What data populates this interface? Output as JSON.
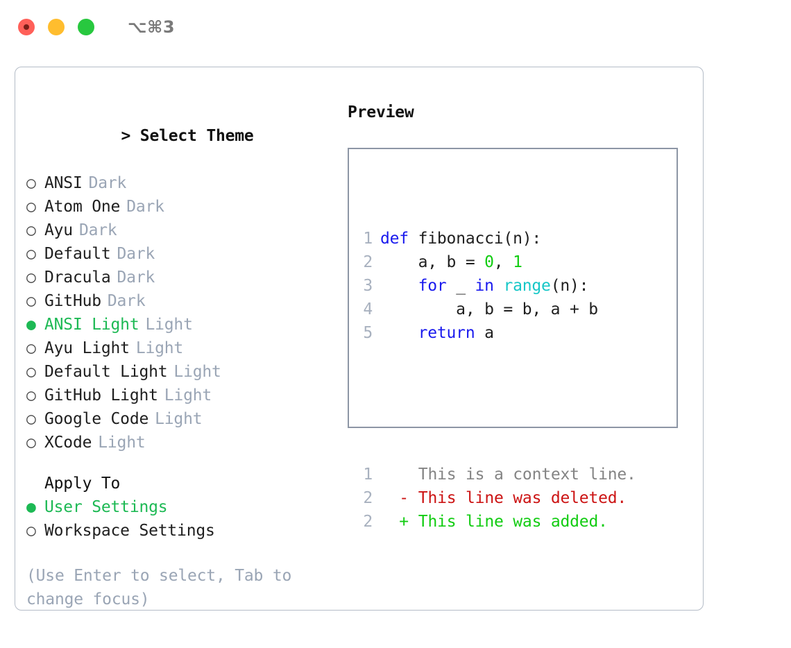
{
  "window": {
    "shortcut_label": "⌥⌘3",
    "traffic_lights": [
      "close",
      "minimize",
      "zoom"
    ]
  },
  "theme_picker": {
    "heading": "> Select Theme",
    "heading_caret": ">",
    "heading_text": "Select Theme",
    "selected_marker": "●",
    "unselected_marker": "○",
    "accent_color": "#1db954",
    "badge_color": "#9aa5b5",
    "items": [
      {
        "marker": "○",
        "name": "ANSI",
        "badge": "Dark",
        "selected": false
      },
      {
        "marker": "○",
        "name": "Atom One",
        "badge": "Dark",
        "selected": false
      },
      {
        "marker": "○",
        "name": "Ayu",
        "badge": "Dark",
        "selected": false
      },
      {
        "marker": "○",
        "name": "Default",
        "badge": "Dark",
        "selected": false
      },
      {
        "marker": "○",
        "name": "Dracula",
        "badge": "Dark",
        "selected": false
      },
      {
        "marker": "○",
        "name": "GitHub",
        "badge": "Dark",
        "selected": false
      },
      {
        "marker": "●",
        "name": "ANSI Light",
        "badge": "Light",
        "selected": true
      },
      {
        "marker": "○",
        "name": "Ayu Light",
        "badge": "Light",
        "selected": false
      },
      {
        "marker": "○",
        "name": "Default Light",
        "badge": "Light",
        "selected": false
      },
      {
        "marker": "○",
        "name": "GitHub Light",
        "badge": "Light",
        "selected": false
      },
      {
        "marker": "○",
        "name": "Google Code",
        "badge": "Light",
        "selected": false
      },
      {
        "marker": "○",
        "name": "XCode",
        "badge": "Light",
        "selected": false
      }
    ]
  },
  "apply_to": {
    "heading": "Apply To",
    "items": [
      {
        "marker": "●",
        "name": "User Settings",
        "selected": true
      },
      {
        "marker": "○",
        "name": "Workspace Settings",
        "selected": false
      }
    ]
  },
  "hint": "(Use Enter to select, Tab to change focus)",
  "preview": {
    "heading": "Preview",
    "code_lines": [
      {
        "number": "1",
        "tokens": [
          {
            "text": "def",
            "type": "kw"
          },
          {
            "text": " fibonacci(n):",
            "type": "plain"
          }
        ]
      },
      {
        "number": "2",
        "tokens": [
          {
            "text": "    a, b = ",
            "type": "plain"
          },
          {
            "text": "0",
            "type": "num"
          },
          {
            "text": ", ",
            "type": "plain"
          },
          {
            "text": "1",
            "type": "num"
          }
        ]
      },
      {
        "number": "3",
        "tokens": [
          {
            "text": "    ",
            "type": "plain"
          },
          {
            "text": "for",
            "type": "kw"
          },
          {
            "text": " _ ",
            "type": "plain"
          },
          {
            "text": "in",
            "type": "kw"
          },
          {
            "text": " ",
            "type": "plain"
          },
          {
            "text": "range",
            "type": "call"
          },
          {
            "text": "(n):",
            "type": "plain"
          }
        ]
      },
      {
        "number": "4",
        "tokens": [
          {
            "text": "        a, b = b, a + b",
            "type": "plain"
          }
        ]
      },
      {
        "number": "5",
        "tokens": [
          {
            "text": "    ",
            "type": "plain"
          },
          {
            "text": "return",
            "type": "kw"
          },
          {
            "text": " a",
            "type": "plain"
          }
        ]
      }
    ],
    "diff_lines": [
      {
        "number": "1",
        "mark": " ",
        "text": "This is a context line.",
        "kind": "context"
      },
      {
        "number": "2",
        "mark": "-",
        "text": "This line was deleted.",
        "kind": "deleted"
      },
      {
        "number": "2",
        "mark": "+",
        "text": "This line was added.",
        "kind": "added"
      }
    ],
    "colors": {
      "keyword": "#1a1aee",
      "number": "#12cc12",
      "function_call": "#16c7c7",
      "plain": "#1f1f1f",
      "line_number": "#a8b1bf",
      "diff_context": "#848484",
      "diff_deleted": "#cc1414",
      "diff_added": "#12cc12"
    }
  }
}
